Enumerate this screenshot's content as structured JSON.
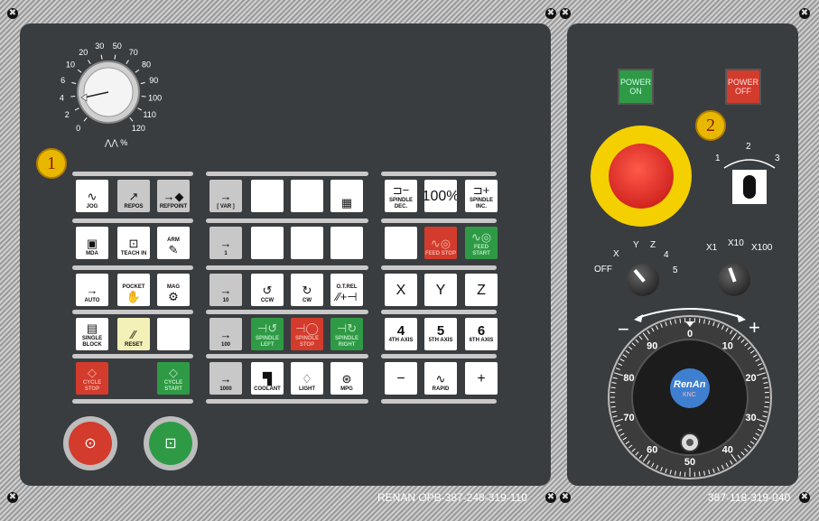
{
  "brand": "RenAn",
  "brand_sub": "KNC",
  "footer": {
    "left_part": "RENAN OPB-387-248-319-110",
    "right_part": "387-118-319-040"
  },
  "badges": [
    "1",
    "2"
  ],
  "feed_dial": {
    "ticks": [
      "0",
      "2",
      "4",
      "6",
      "10",
      "20",
      "30",
      "50",
      "70",
      "80",
      "90",
      "100",
      "110",
      "120"
    ],
    "unit": "%"
  },
  "block1": [
    [
      {
        "l": "JOG",
        "icon": "jog-icon",
        "g": "∿"
      },
      {
        "l": "REPOS",
        "icon": "repos-icon",
        "g": "↗",
        "c": "gray"
      },
      {
        "l": "REFPOINT",
        "icon": "refpoint-icon",
        "g": "→◆",
        "c": "gray"
      }
    ],
    [
      {
        "l": "MDA",
        "icon": "mda-icon",
        "g": "▣"
      },
      {
        "l": "TEACH IN",
        "icon": "teach-in-icon",
        "g": "⊡"
      },
      {
        "l": "ARM",
        "icon": "arm-icon",
        "g": "✎",
        "top": "ARM"
      }
    ],
    [
      {
        "l": "AUTO",
        "icon": "auto-icon",
        "g": "→"
      },
      {
        "l": "POCKET",
        "icon": "pocket-icon",
        "g": "✋",
        "top": "POCKET"
      },
      {
        "l": "MAG",
        "icon": "mag-icon",
        "g": "⚙",
        "top": "MAG"
      }
    ],
    [
      {
        "l": "SINGLE BLOCK",
        "icon": "single-block-icon",
        "g": "▤"
      },
      {
        "l": "RESET",
        "icon": "reset-icon",
        "g": "⁄⁄",
        "c": "yellow"
      },
      {
        "l": "",
        "icon": "",
        "g": ""
      }
    ],
    [
      {
        "l": "CYCLE STOP",
        "icon": "cycle-stop-icon",
        "g": "◇",
        "c": "red"
      },
      null,
      {
        "l": "CYCLE START",
        "icon": "cycle-start-icon",
        "g": "◇",
        "c": "green"
      }
    ]
  ],
  "block2": [
    [
      {
        "l": "[ VAR ]",
        "icon": "var-icon",
        "g": "→",
        "c": "gray"
      },
      {
        "l": "",
        "g": ""
      },
      {
        "l": "",
        "g": ""
      },
      {
        "l": "",
        "icon": "tool-change-icon",
        "g": "▦"
      }
    ],
    [
      {
        "l": "1",
        "icon": "step-1-icon",
        "g": "→",
        "c": "gray"
      },
      {
        "l": "",
        "g": ""
      },
      {
        "l": "",
        "g": ""
      },
      {
        "l": "",
        "g": ""
      }
    ],
    [
      {
        "l": "10",
        "icon": "step-10-icon",
        "g": "→",
        "c": "gray"
      },
      {
        "l": "CCW",
        "icon": "ccw-icon",
        "g": "↺"
      },
      {
        "l": "CW",
        "icon": "cw-icon",
        "g": "↻"
      },
      {
        "l": "O.T.REL",
        "icon": "ot-rel-icon",
        "g": "⁄⁄+⊣",
        "top": "O.T.REL"
      }
    ],
    [
      {
        "l": "100",
        "icon": "step-100-icon",
        "g": "→",
        "c": "gray"
      },
      {
        "l": "SPINDLE LEFT",
        "icon": "spindle-left-icon",
        "g": "⊣↺",
        "c": "green"
      },
      {
        "l": "SPINDLE STOP",
        "icon": "spindle-stop-icon",
        "g": "⊣◯",
        "c": "red"
      },
      {
        "l": "SPINDLE RIGHT",
        "icon": "spindle-right-icon",
        "g": "⊣↻",
        "c": "green"
      }
    ],
    [
      {
        "l": "1000",
        "icon": "step-1000-icon",
        "g": "→",
        "c": "gray"
      },
      {
        "l": "COOLANT",
        "icon": "coolant-icon",
        "g": "▜"
      },
      {
        "l": "LIGHT",
        "icon": "light-icon",
        "g": "♢"
      },
      {
        "l": "MPG",
        "icon": "mpg-icon",
        "g": "⊛"
      }
    ]
  ],
  "block3": [
    [
      {
        "l": "SPINDLE DEC.",
        "icon": "spindle-dec-icon",
        "g": "⊐−"
      },
      {
        "l": "100%",
        "big": true
      },
      {
        "l": "SPINDLE INC.",
        "icon": "spindle-inc-icon",
        "g": "⊐+"
      }
    ],
    [
      {
        "l": "",
        "g": ""
      },
      {
        "l": "FEED STOP",
        "icon": "feed-stop-icon",
        "g": "∿◎",
        "c": "red"
      },
      {
        "l": "FEED START",
        "icon": "feed-start-icon",
        "g": "∿◎",
        "c": "green"
      }
    ],
    [
      {
        "l": "X",
        "big": true
      },
      {
        "l": "Y",
        "big": true
      },
      {
        "l": "Z",
        "big": true
      }
    ],
    [
      {
        "l": "4TH AXIS",
        "n": "4"
      },
      {
        "l": "5TH AXIS",
        "n": "5"
      },
      {
        "l": "6TH AXIS",
        "n": "6"
      }
    ],
    [
      {
        "l": "−",
        "big": true
      },
      {
        "l": "RAPID",
        "icon": "rapid-icon",
        "g": "∿"
      },
      {
        "l": "+",
        "big": true
      }
    ]
  ],
  "right": {
    "power_on": "POWER ON",
    "power_off": "POWER OFF",
    "key_switch": [
      "1",
      "2",
      "3"
    ],
    "axis_select": [
      "OFF",
      "X",
      "Y",
      "Z",
      "4",
      "5"
    ],
    "increment_select": [
      "X1",
      "X10",
      "X100"
    ],
    "handwheel": {
      "minus": "−",
      "plus": "+",
      "ticks": [
        "0",
        "10",
        "20",
        "30",
        "40",
        "50",
        "60",
        "70",
        "80",
        "90"
      ]
    }
  },
  "colors": {
    "panel": "#3a3d40",
    "cycle_stop": "#d33b2c",
    "cycle_start": "#2f9a45",
    "emergency": "#e02020",
    "badge": "#e8b800"
  }
}
